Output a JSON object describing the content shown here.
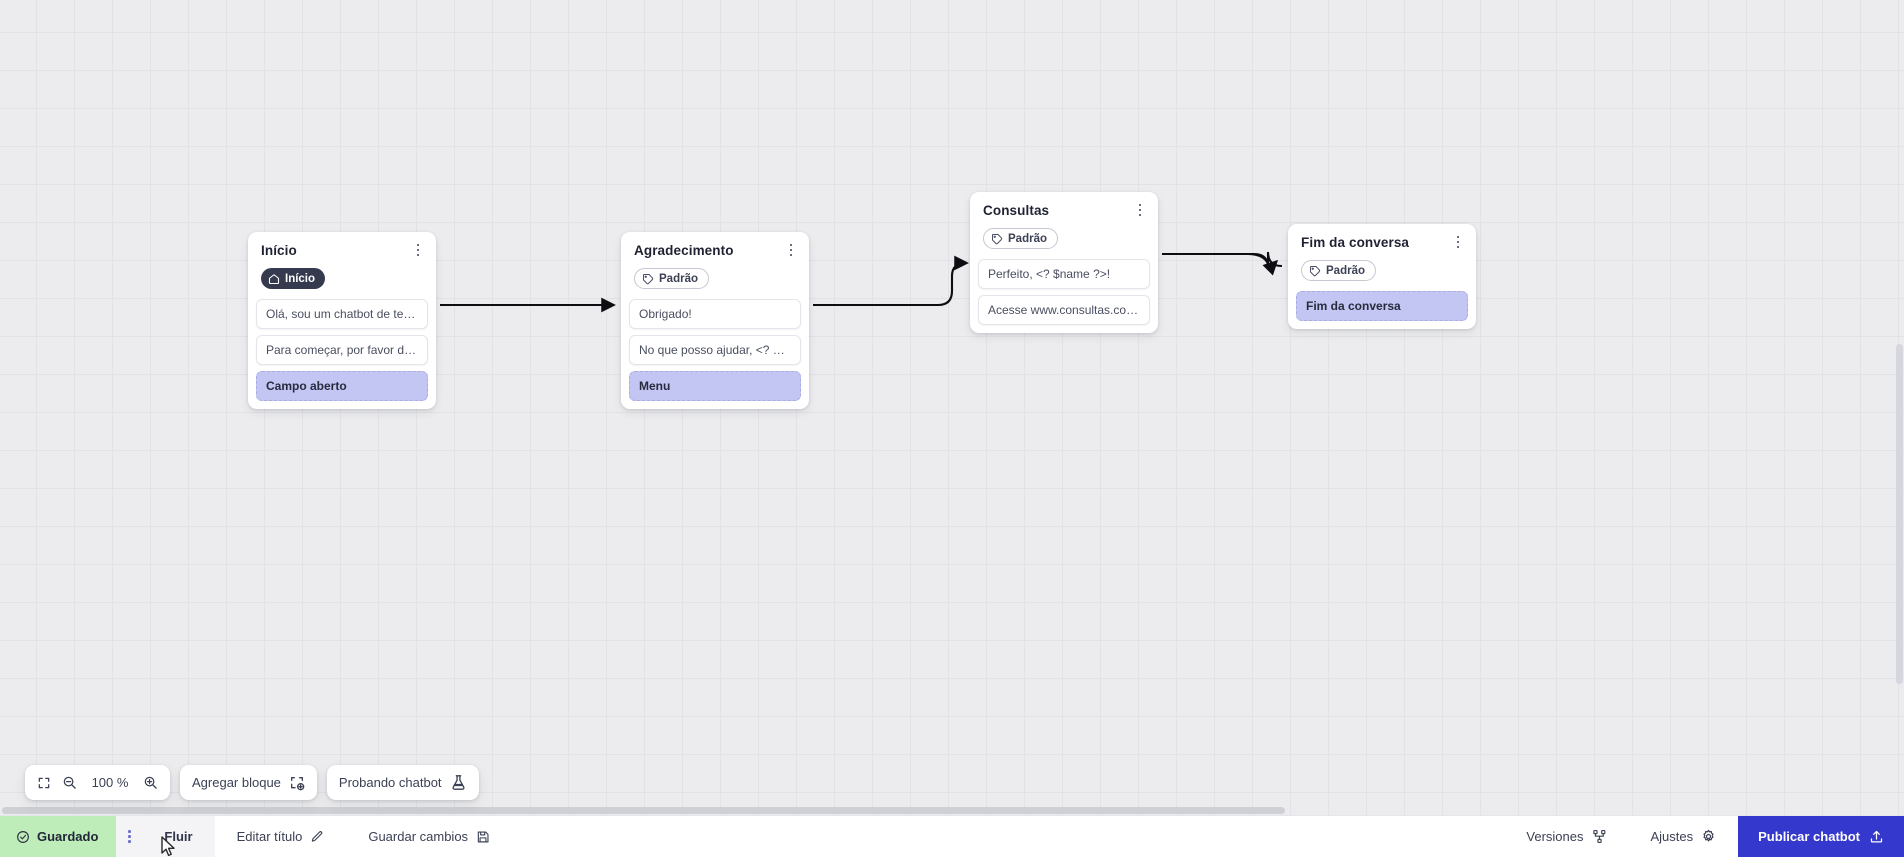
{
  "canvas": {
    "zoom_level": "100 %",
    "nodes": [
      {
        "id": "inicio",
        "title": "Início",
        "badge": {
          "label": "Início",
          "icon": "home-icon",
          "style": "start"
        },
        "messages": [
          "Olá, sou um chatbot de teste!",
          "Para começar, por favor digite o ..."
        ],
        "options": [
          "Campo aberto"
        ]
      },
      {
        "id": "agradecimento",
        "title": "Agradecimento",
        "badge": {
          "label": "Padrão",
          "icon": "tag-icon",
          "style": "default"
        },
        "messages": [
          "Obrigado!",
          "No que posso ajudar, <? $name ..."
        ],
        "options": [
          "Menu"
        ]
      },
      {
        "id": "consultas",
        "title": "Consultas",
        "badge": {
          "label": "Padrão",
          "icon": "tag-icon",
          "style": "default"
        },
        "messages": [
          "Perfeito, <? $name ?>!",
          "Acesse www.consultas.com par..."
        ],
        "options": []
      },
      {
        "id": "fim",
        "title": "Fim da conversa",
        "badge": {
          "label": "Padrão",
          "icon": "tag-icon",
          "style": "default"
        },
        "messages": [],
        "options": [
          "Fim da conversa"
        ]
      }
    ]
  },
  "toolbar": {
    "fit_icon": "fit-screen-icon",
    "zoom_out_icon": "zoom-out-icon",
    "zoom_in_icon": "zoom-in-icon",
    "add_block_label": "Agregar bloque",
    "add_block_icon": "add-block-icon",
    "test_chatbot_label": "Probando chatbot",
    "test_chatbot_icon": "flask-icon"
  },
  "statusbar": {
    "saved_label": "Guardado",
    "saved_icon": "check-circle-icon",
    "menu_icon": "vertical-dots-icon",
    "tab_flow_label": "Fluir",
    "edit_title_label": "Editar título",
    "edit_title_icon": "pencil-icon",
    "save_changes_label": "Guardar cambios",
    "save_changes_icon": "floppy-disk-icon",
    "versions_label": "Versiones",
    "versions_icon": "branch-icon",
    "settings_label": "Ajustes",
    "settings_icon": "gear-icon",
    "publish_label": "Publicar chatbot",
    "publish_icon": "upload-icon"
  },
  "colors": {
    "canvas_bg": "#ececee",
    "grid_line": "#e2e2e6",
    "accent_blue": "#3538cd",
    "saved_green": "#bfedba",
    "option_lavender": "#c3c6f2",
    "badge_dark": "#353a4e"
  }
}
